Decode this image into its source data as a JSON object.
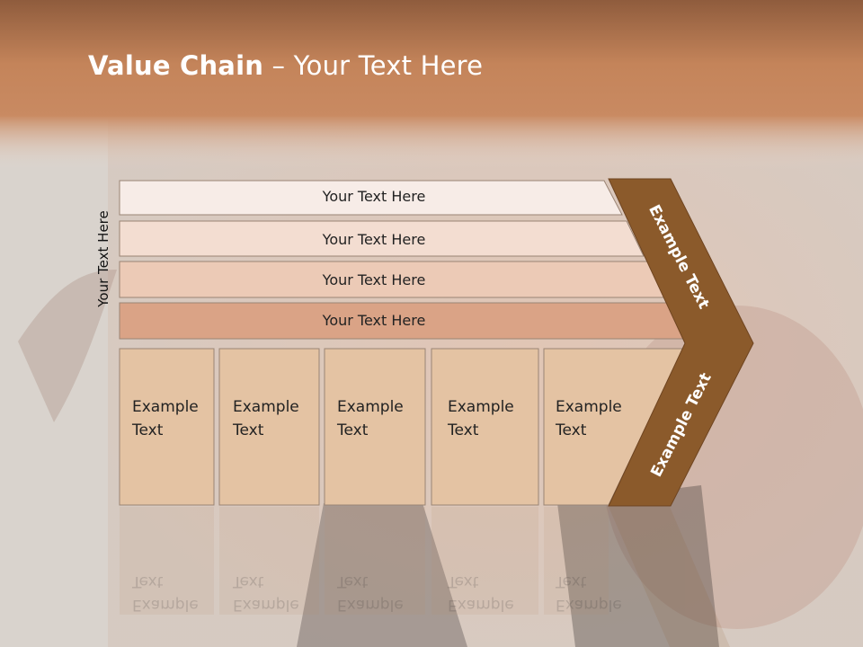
{
  "title": {
    "bold": "Value Chain",
    "rest": " – Your Text Here"
  },
  "side_label": "Your Text Here",
  "bars": [
    "Your Text Here",
    "Your Text Here",
    "Your Text Here",
    "Your Text Here"
  ],
  "boxes": [
    {
      "line1": "Example",
      "line2": "Text"
    },
    {
      "line1": "Example",
      "line2": "Text"
    },
    {
      "line1": "Example",
      "line2": "Text"
    },
    {
      "line1": "Example",
      "line2": "Text"
    },
    {
      "line1": "Example",
      "line2": "Text"
    }
  ],
  "chevron_upper": "Example Text",
  "chevron_lower": "Example Text",
  "colors": {
    "header": "#c4845a",
    "chevron": "#8b5a2b",
    "bar_fills": [
      "#f7ece7",
      "#f3ddd1",
      "#eccab6",
      "#daa386"
    ],
    "box_fill": "#e4c3a3"
  }
}
